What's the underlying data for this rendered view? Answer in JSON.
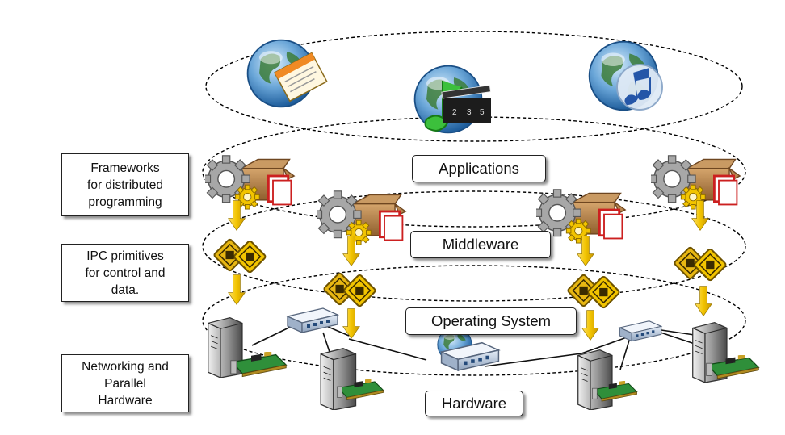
{
  "side_boxes": {
    "frameworks": "Frameworks\nfor  distributed\nprogramming",
    "ipc": "IPC primitives\nfor control and\ndata.",
    "networking": "Networking and\nParallel\nHardware"
  },
  "layers": {
    "applications": "Applications",
    "middleware": "Middleware",
    "operating_system": "Operating System",
    "hardware": "Hardware"
  },
  "icons": {
    "app_icons": [
      "globe-document-icon",
      "globe-media-icon",
      "globe-music-icon"
    ],
    "middleware_icon": "gear-box-icon",
    "ipc_icon": "ipc-sign-icon",
    "server_icon": "server-tower-icon",
    "network_card_icon": "network-card-icon",
    "switch_icon": "network-switch-icon",
    "arrow_icon": "down-arrow-icon"
  },
  "colors": {
    "arrow": "#f2c400",
    "ellipse": "#000000",
    "globe": "#3f86c7",
    "gear": "#9a9a9a",
    "box": "#b07c45",
    "sign": "#e7b812",
    "pcb": "#2f8f3a"
  }
}
